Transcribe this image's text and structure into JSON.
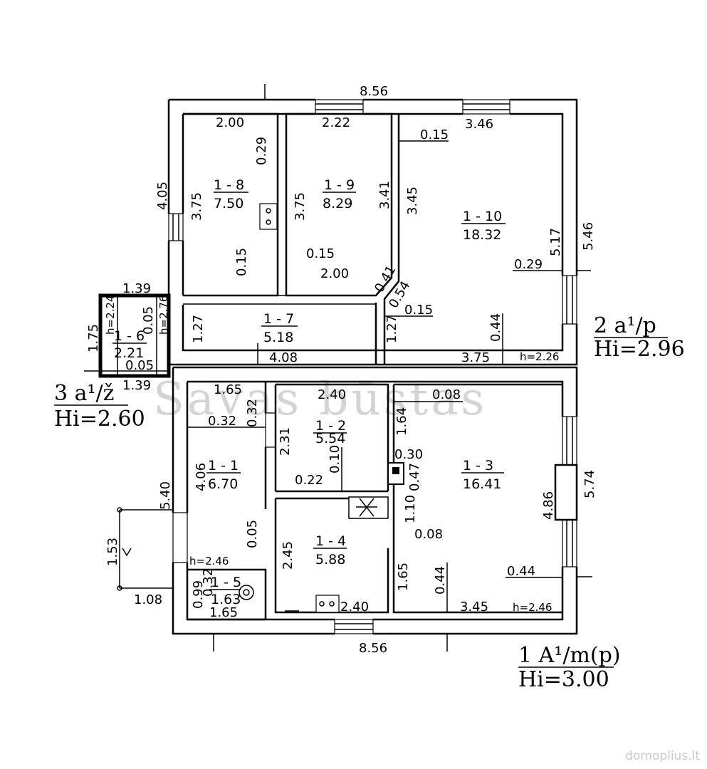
{
  "watermark": "Savas būstas",
  "credit": "domoplius.lt",
  "upper_floor": {
    "label": "2 a¹/p",
    "height": "Hi=2.96",
    "dims": {
      "top_total": "8.56",
      "left_height": "4.05",
      "right_height": "5.46",
      "right_inner": "5.17"
    },
    "rooms": [
      {
        "id": "1 - 8",
        "area": "7.50",
        "w": "2.00",
        "h": "3.75",
        "a": "0.29",
        "b": "0.15"
      },
      {
        "id": "1 - 9",
        "area": "8.29",
        "w": "2.22",
        "h": "3.75",
        "a": "3.41",
        "b": "0.15",
        "c": "2.00"
      },
      {
        "id": "1 - 10",
        "area": "18.32",
        "w": "3.46",
        "h": "3.45",
        "a": "0.15",
        "b": "0.29",
        "c": "0.44",
        "d": "3.75",
        "hh": "h=2.26"
      },
      {
        "id": "1 - 7",
        "area": "5.18",
        "w": "4.08",
        "h": "1.27",
        "a": "1.27",
        "b": "0.15",
        "c": "0.41",
        "d": "0.54"
      }
    ]
  },
  "attic": {
    "label": "3 a¹/ž",
    "height": "Hi=2.60",
    "room": {
      "id": "1 - 6",
      "area": "2.21",
      "top": "1.39",
      "bottom": "1.39",
      "left": "1.75",
      "h1": "h=2.24",
      "h2": "h=2.76",
      "a": "0.05",
      "b": "0.05"
    }
  },
  "ground_floor": {
    "label": "1 A¹/m(p)",
    "height": "Hi=3.00",
    "dims": {
      "bottom_total": "8.56",
      "left_height": "5.40",
      "right_height": "5.74",
      "right_inner": "4.86",
      "porch_h": "1.53",
      "porch_w": "1.08"
    },
    "rooms": [
      {
        "id": "1 - 1",
        "area": "6.70",
        "w": "1.65",
        "h": "4.06",
        "a": "0.32",
        "b": "0.32",
        "c": "0.05",
        "hh": "h=2.46"
      },
      {
        "id": "1 - 2",
        "area": "5.54",
        "w": "2.40",
        "h": "2.31",
        "a": "0.10",
        "b": "0.22",
        "c": "1.64"
      },
      {
        "id": "1 - 3",
        "area": "16.41",
        "w": "0.08",
        "a": "0.30",
        "b": "0.47",
        "c": "1.10",
        "d": "0.08",
        "e": "0.44",
        "f": "0.44",
        "g": "3.45",
        "hh": "h=2.46"
      },
      {
        "id": "1 - 4",
        "area": "5.88",
        "w": "2.40",
        "h": "2.45",
        "a": "1.65"
      },
      {
        "id": "1 - 5",
        "area": "1.63",
        "w": "1.65",
        "h": "0.99",
        "a": "0.32"
      }
    ]
  }
}
